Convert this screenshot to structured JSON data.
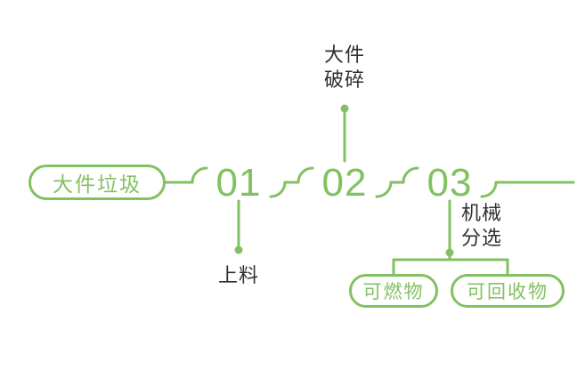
{
  "colors": {
    "accent_green": "#82c161",
    "label_text": "#303030"
  },
  "diagram": {
    "source_pill": "大件垃圾",
    "steps": [
      {
        "number": "01",
        "label": "上料"
      },
      {
        "number": "02",
        "label": [
          "大件",
          "破碎"
        ]
      },
      {
        "number": "03",
        "label": [
          "机械",
          "分选"
        ]
      }
    ],
    "outputs": [
      "可燃物",
      "可回收物"
    ]
  }
}
